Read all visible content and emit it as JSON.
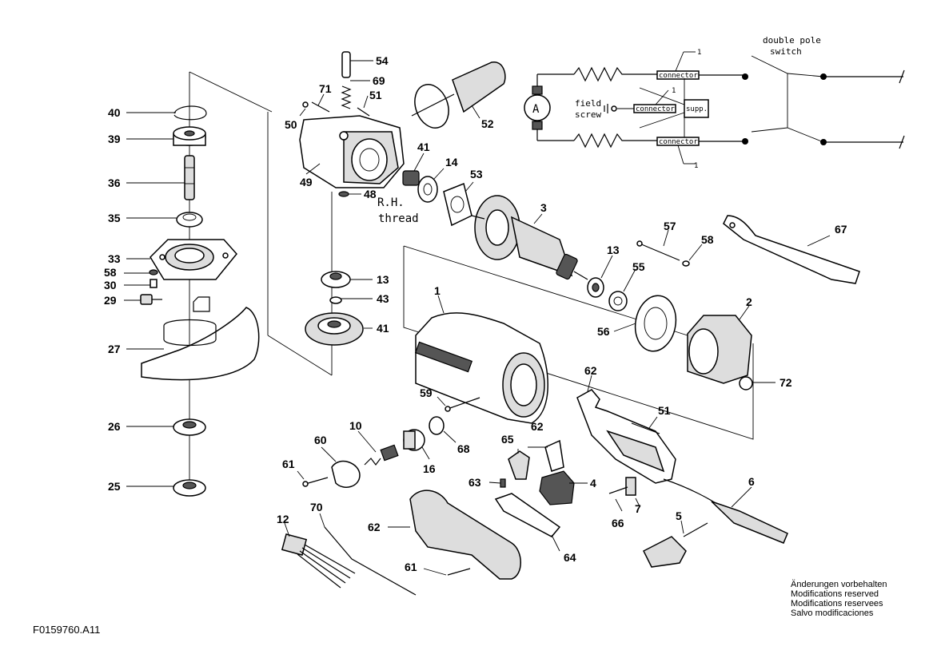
{
  "doc_id": "F0159760.A11",
  "notes": [
    "Änderungen vorbehalten",
    "Modifications reserved",
    "Modifications reservees",
    "Salvo modificaciones"
  ],
  "thread_label_1": "R.H.",
  "thread_label_2": "thread",
  "wiring": {
    "switch_label_1": "double pole",
    "switch_label_2": "switch",
    "field_label": "field",
    "screw_label": "screw",
    "connector_label": "connector",
    "supp_label": "supp.",
    "motor_label": "A",
    "callout_number": "1"
  },
  "callouts": {
    "c40": "40",
    "c39": "39",
    "c36": "36",
    "c35": "35",
    "c33": "33",
    "c58a": "58",
    "c30": "30",
    "c29": "29",
    "c27": "27",
    "c26": "26",
    "c25": "25",
    "c54": "54",
    "c69": "69",
    "c71": "71",
    "c51a": "51",
    "c50": "50",
    "c49": "49",
    "c48": "48",
    "c52": "52",
    "c41a": "41",
    "c14": "14",
    "c53": "53",
    "c3": "3",
    "c13a": "13",
    "c43": "43",
    "c41b": "41",
    "c57": "57",
    "c58b": "58",
    "c67": "67",
    "c13b": "13",
    "c55": "55",
    "c2": "2",
    "c56": "56",
    "c72": "72",
    "c1": "1",
    "c59": "59",
    "c62a": "62",
    "c51b": "51",
    "c62b": "62",
    "c65": "65",
    "c10": "10",
    "c16": "16",
    "c68": "68",
    "c60": "60",
    "c61a": "61",
    "c63": "63",
    "c4": "4",
    "c7": "7",
    "c66": "66",
    "c6": "6",
    "c5": "5",
    "c70": "70",
    "c12": "12",
    "c62c": "62",
    "c64": "64",
    "c61b": "61"
  }
}
